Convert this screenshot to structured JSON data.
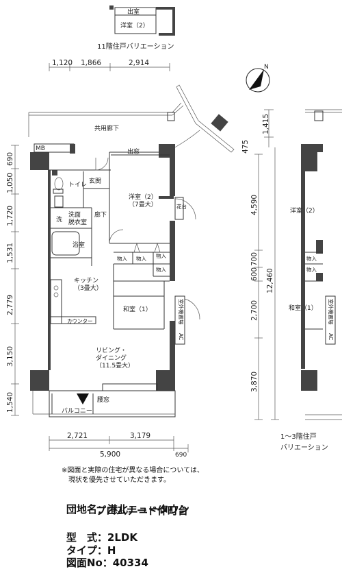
{
  "variation_11f": {
    "room_closet": "出室",
    "room_western2": "洋室（2）",
    "caption": "11階住戸バリエーション"
  },
  "top_dims": [
    "1,120",
    "1,866",
    "2,914"
  ],
  "right_top_dims": [
    "1,415",
    "475"
  ],
  "left_dims": [
    "690",
    "1,050",
    "1,720",
    "1,531",
    "2,779",
    "3,150",
    "1,540"
  ],
  "right_dims": [
    "4,590",
    "700",
    "600",
    "2,700",
    "3,870"
  ],
  "total_right_dim": "12,460",
  "bottom_dims": [
    "2,721",
    "3,179"
  ],
  "bottom_total": "5,900",
  "bottom_extra": "690",
  "compass": "N",
  "rooms": {
    "corridor": "共用廊下",
    "mb": "MB",
    "closet": "出窓",
    "genkan": "玄関",
    "toilet": "トイレ",
    "wash": "洗",
    "washroom": "洗面\n脱衣室",
    "hallway": "廊下",
    "bath": "浴室",
    "western2": "洋室（2）\n（7畳大）",
    "flower": "花台",
    "storage": [
      "物入",
      "物入",
      "物入",
      "物入"
    ],
    "kitchen": "キッチン\n（3畳大）",
    "counter": "カウンター",
    "washitsu": "和室（1）",
    "unit": "室外機置場",
    "ac": "AC",
    "living": "リビング・\nダイニング\n（11.5畳大）",
    "balcony": "バルコニー",
    "window": "腰窓"
  },
  "variation_13f": {
    "western2": "洋室（2）",
    "storage": [
      "物入",
      "物入"
    ],
    "washitsu": "和室（1）",
    "unit": "室外機置場",
    "ac": "AC",
    "caption": "1〜3階住戸\nバリエーション"
  },
  "note": "※図面と実際の住宅が異なる場合については、\n　現状を優先させていただきます。",
  "info": {
    "estate_label": "団地名：",
    "estate_name": "港北ニュータウン",
    "estate_name2": "プロムナード仲町台",
    "type_label": "型　式：",
    "type_value": "2LDK",
    "kind_label": "タイプ：",
    "kind_value": "H",
    "plan_label": "図面No：",
    "plan_value": "40334"
  }
}
